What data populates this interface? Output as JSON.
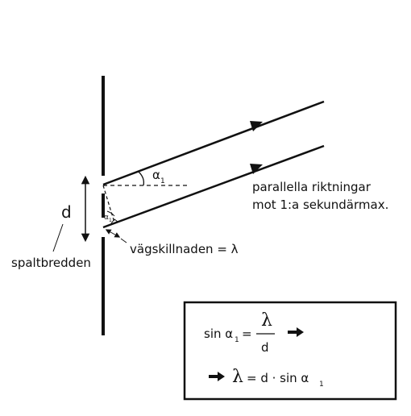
{
  "labels": {
    "d": "d",
    "slit_width": "spaltbredden",
    "path_difference": "vägskillnaden = λ",
    "parallel_line1": "parallella riktningar",
    "parallel_line2": "mot 1:a sekundärmax.",
    "alpha_top": "α",
    "alpha_top_sub": "1",
    "alpha_small": "α",
    "alpha_small_sub": "1"
  },
  "formula_box": {
    "sin": "sin α",
    "sin_sub": "1",
    "equals": "=",
    "numerator": "λ",
    "denominator": "d",
    "result_lambda": "λ",
    "result_rhs": "= d · sin α",
    "result_sub": "1"
  },
  "colors": {
    "ink": "#111111",
    "background": "#ffffff"
  }
}
